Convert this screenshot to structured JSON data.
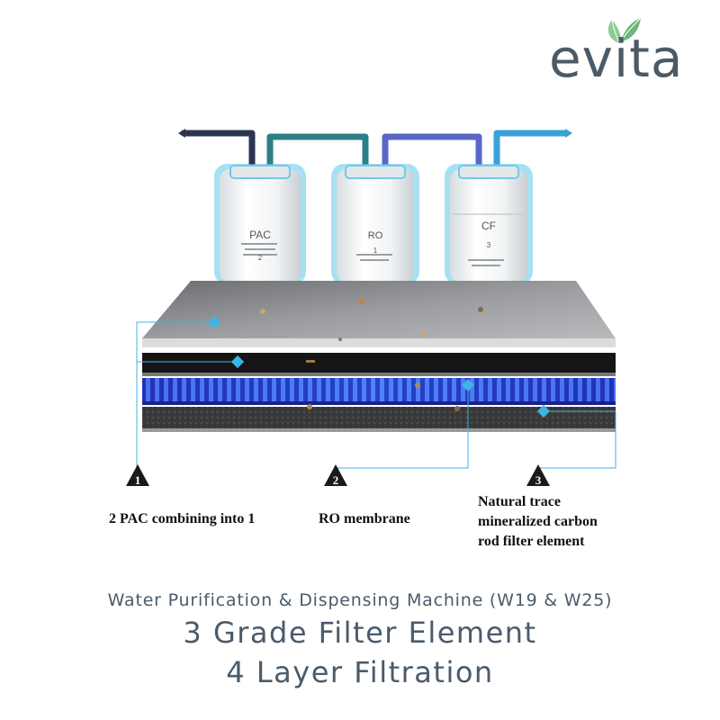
{
  "brand": {
    "name": "evita"
  },
  "filters": [
    {
      "code": "PAC",
      "number": "2"
    },
    {
      "code": "RO",
      "number": "1"
    },
    {
      "code": "CF",
      "number": "3"
    }
  ],
  "layers": [
    {
      "number": "1",
      "caption": "2 PAC combining into 1"
    },
    {
      "number": "2",
      "caption": "RO membrane"
    },
    {
      "number": "3",
      "caption": "Natural trace mineralized carbon rod filter element"
    }
  ],
  "caption3_lines": [
    "Natural trace",
    "mineralized carbon",
    "rod filter element"
  ],
  "footer": {
    "subtitle": "Water Purification & Dispensing Machine (W19 & W25)",
    "line1": "3 Grade Filter Element",
    "line2": "4 Layer Filtration"
  },
  "colors": {
    "brand_gray": "#4b5a66",
    "leaf_green": "#7fc28a",
    "accent_blue": "#3db4e6",
    "membrane_blue": "#3a5be0"
  }
}
